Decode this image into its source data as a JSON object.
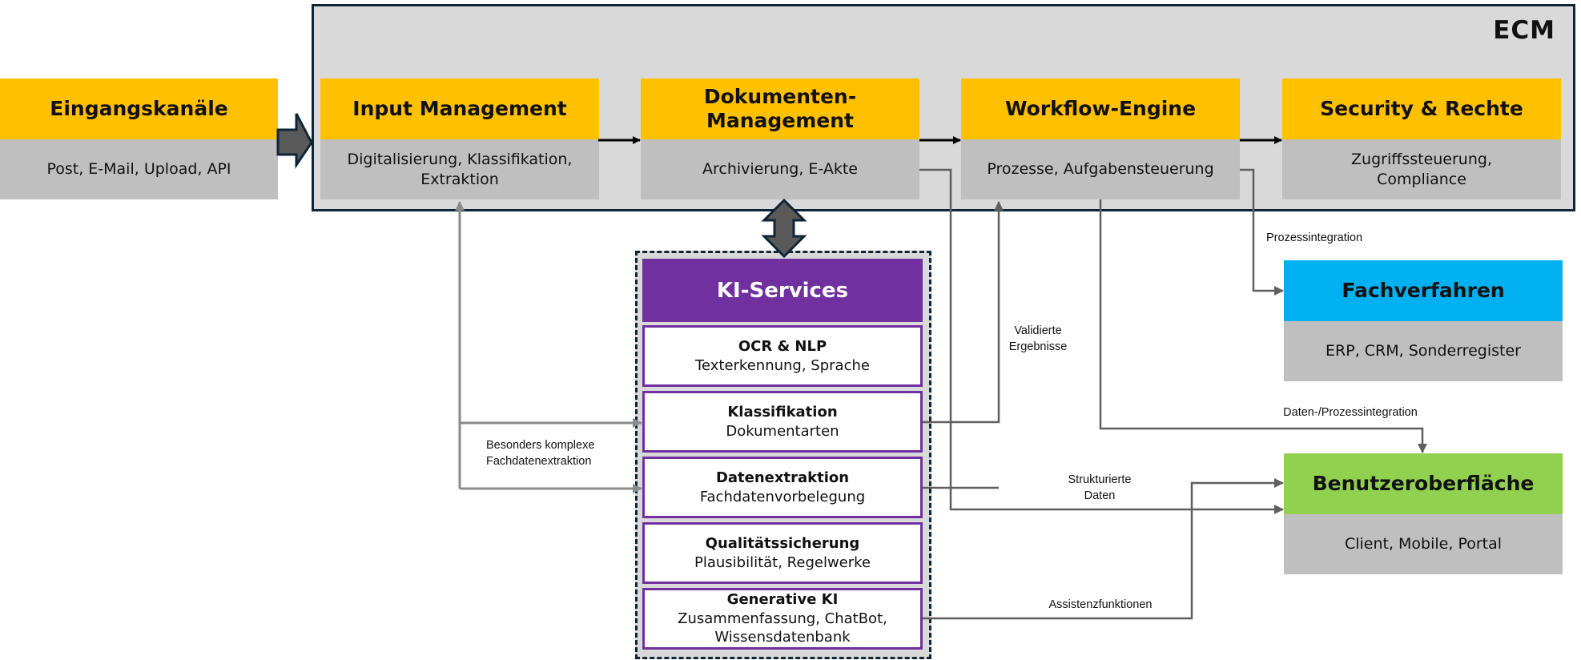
{
  "ecm": {
    "label": "ECM"
  },
  "input_channels": {
    "title": "Eingangskanäle",
    "description": "Post, E-Mail, Upload, API"
  },
  "ecm_components": [
    {
      "title": "Input Management",
      "description": "Digitalisierung, Klassifikation, Extraktion"
    },
    {
      "title": "Dokumenten-Management",
      "description": "Archivierung, E-Akte"
    },
    {
      "title": "Workflow-Engine",
      "description": "Prozesse, Aufgabensteuerung"
    },
    {
      "title": "Security & Rechte",
      "description": "Zugriffssteuerung, Compliance"
    }
  ],
  "external_systems": [
    {
      "title": "Fachverfahren",
      "description": "ERP, CRM, Sonderregister"
    },
    {
      "title": "Benutzeroberfläche",
      "description": "Client, Mobile, Portal"
    }
  ],
  "ki_services": {
    "title": "KI-Services",
    "items": [
      {
        "title": "OCR & NLP",
        "description": "Texterkennung, Sprache"
      },
      {
        "title": "Klassifikation",
        "description": "Dokumentarten"
      },
      {
        "title": "Datenextraktion",
        "description": "Fachdatenvorbelegung"
      },
      {
        "title": "Qualitätssicherung",
        "description": "Plausibilität, Regelwerke"
      },
      {
        "title": "Generative KI",
        "description": "Zusammenfassung, ChatBot, Wissensdatenbank"
      }
    ]
  },
  "connector_labels": {
    "prozessintegration": "Prozessintegration",
    "validierte_1": "Validierte",
    "validierte_2": "Ergebnisse",
    "daten_prozessintegration": "Daten-/Prozessintegration",
    "strukturierte_1": "Strukturierte",
    "strukturierte_2": "Daten",
    "besonders_1": "Besonders komplexe",
    "besonders_2": "Fachdatenextraktion",
    "assistenz": "Assistenzfunktionen"
  },
  "colors": {
    "ecm_yellow": "#ffc000",
    "fach_blue": "#00b0f0",
    "ui_green": "#92d050",
    "ki_purple": "#7030a0",
    "body_gray": "#bfbfbf",
    "frame_dark": "#0f2536"
  }
}
